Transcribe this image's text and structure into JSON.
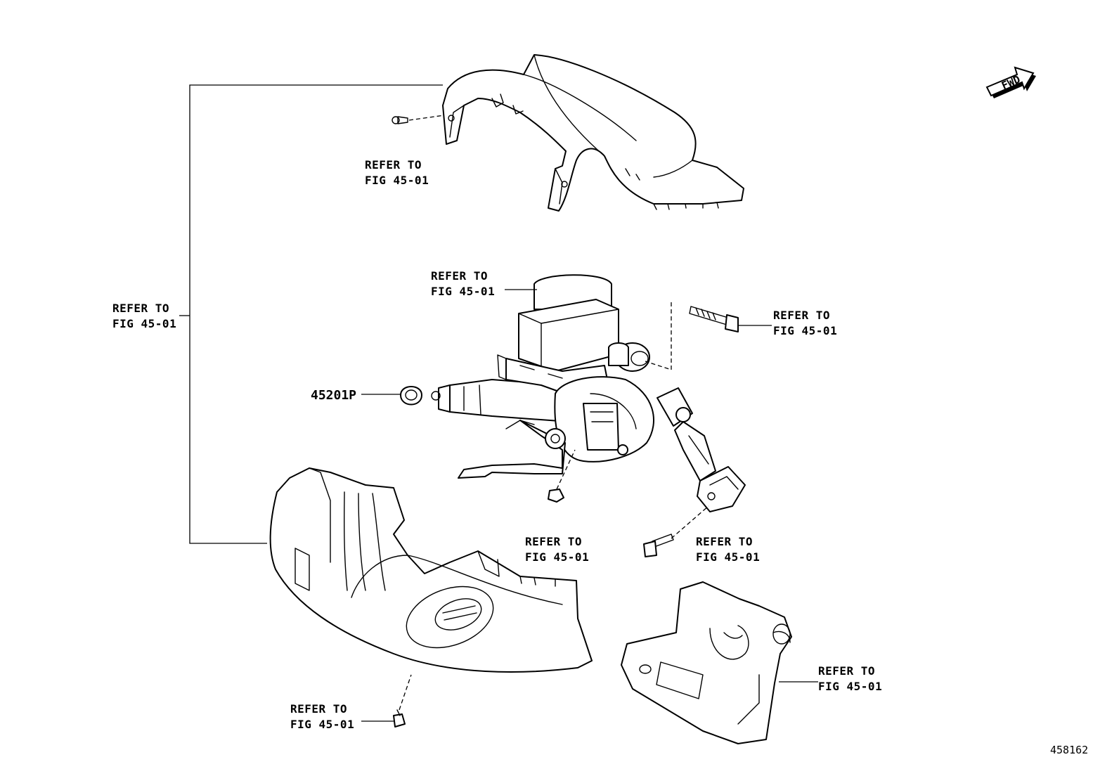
{
  "callouts": [
    {
      "id": "upper-cover-screw",
      "line1": "REFER TO",
      "line2": "FIG 45-01"
    },
    {
      "id": "ignition-lock",
      "line1": "REFER TO",
      "line2": "FIG 45-01"
    },
    {
      "id": "column-bolt",
      "line1": "REFER TO",
      "line2": "FIG 45-01"
    },
    {
      "id": "column-cover-set",
      "line1": "REFER TO",
      "line2": "FIG 45-01"
    },
    {
      "id": "column-nut",
      "line1": "REFER TO",
      "line2": "FIG 45-01"
    },
    {
      "id": "joint-bolt",
      "line1": "REFER TO",
      "line2": "FIG 45-01"
    },
    {
      "id": "lower-screw",
      "line1": "REFER TO",
      "line2": "FIG 45-01"
    },
    {
      "id": "column-protector",
      "line1": "REFER TO",
      "line2": "FIG 45-01"
    }
  ],
  "part_number": "45201P",
  "fwd_label": "FWD",
  "diagram_number": "458162",
  "colors": {
    "ink": "#000000",
    "paper": "#ffffff"
  }
}
